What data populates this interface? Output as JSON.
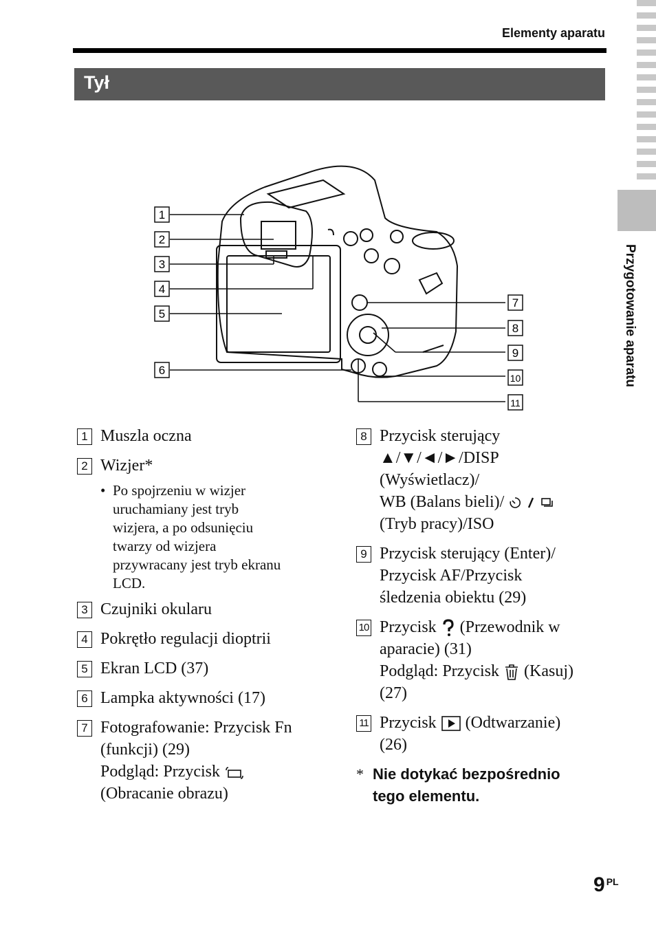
{
  "header": {
    "section_title": "Elementy aparatu"
  },
  "section": {
    "title": "Tył"
  },
  "side_tab": {
    "label": "Przygotowanie aparatu"
  },
  "figure": {
    "callouts": [
      "1",
      "2",
      "3",
      "4",
      "5",
      "6",
      "7",
      "8",
      "9",
      "10",
      "11"
    ]
  },
  "items": {
    "i1": {
      "num": "1",
      "line1": "Muszla oczna"
    },
    "i2": {
      "num": "2",
      "line1": "Wizjer*",
      "bullet_l1": "Po spojrzeniu w wizjer",
      "bullet_l2": "uruchamiany jest tryb",
      "bullet_l3": "wizjera, a po odsunięciu",
      "bullet_l4": "twarzy od wizjera",
      "bullet_l5": "przywracany jest tryb ekranu",
      "bullet_l6": "LCD."
    },
    "i3": {
      "num": "3",
      "line1": "Czujniki okularu"
    },
    "i4": {
      "num": "4",
      "line1": "Pokrętło regulacji dioptrii"
    },
    "i5": {
      "num": "5",
      "line1": "Ekran LCD (37)"
    },
    "i6": {
      "num": "6",
      "line1": "Lampka aktywności (17)"
    },
    "i7": {
      "num": "7",
      "line1": "Fotografowanie: Przycisk Fn",
      "line2": "(funkcji) (29)",
      "line3": "Podgląd: Przycisk",
      "line4": "(Obracanie obrazu)"
    },
    "i8": {
      "num": "8",
      "line1": "Przycisk sterujący",
      "line2": "▲/▼/◄/►/DISP",
      "line3": "(Wyświetlacz)/",
      "line4": "WB (Balans bieli)/",
      "line5": "(Tryb pracy)/ISO"
    },
    "i9": {
      "num": "9",
      "line1": "Przycisk sterujący (Enter)/",
      "line2": "Przycisk AF/Przycisk",
      "line3": "śledzenia obiektu (29)"
    },
    "i10": {
      "num": "10",
      "line1a": "Przycisk",
      "line1b": "(Przewodnik w",
      "line2": "aparacie) (31)",
      "line3a": "Podgląd: Przycisk",
      "line3b": "(Kasuj)",
      "line4": "(27)"
    },
    "i11": {
      "num": "11",
      "line1a": "Przycisk",
      "line1b": "(Odtwarzanie)",
      "line2": "(26)"
    }
  },
  "note": {
    "star": "*",
    "line1": "Nie dotykać bezpośrednio",
    "line2": "tego elementu."
  },
  "page": {
    "number": "9",
    "lang": "PL"
  },
  "icons": [
    "self-timer-icon",
    "continuous-shooting-icon",
    "rotate-icon",
    "help-icon",
    "trash-icon",
    "play-icon"
  ]
}
